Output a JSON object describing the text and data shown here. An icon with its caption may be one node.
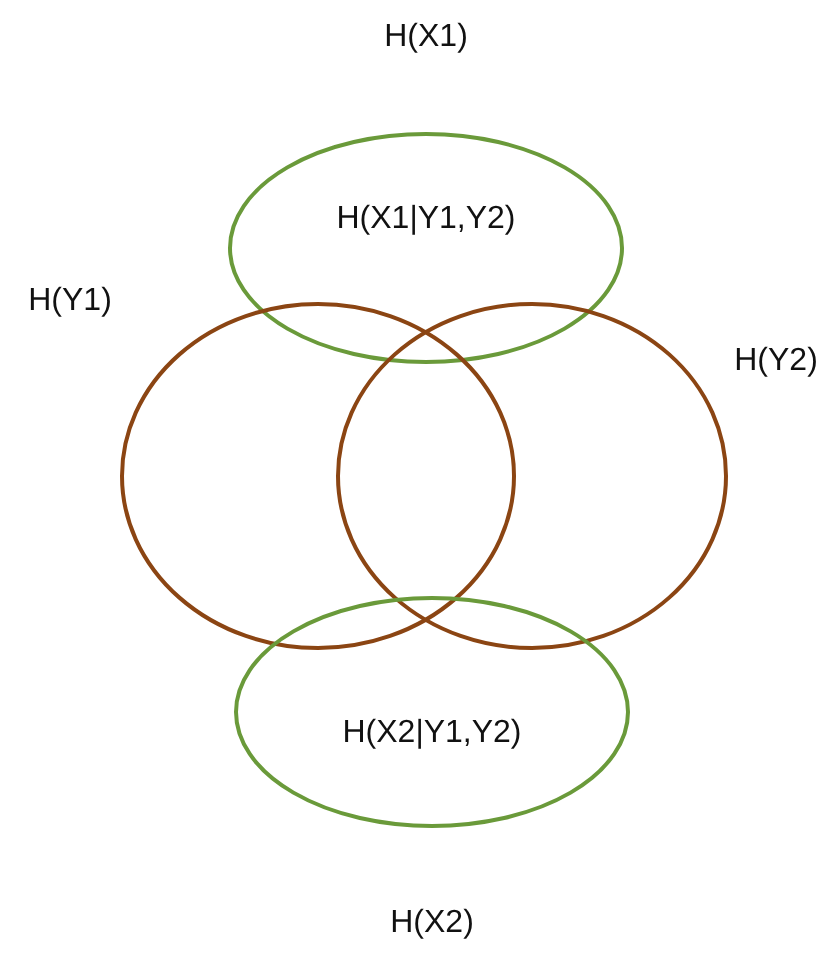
{
  "diagram": {
    "nodes": [
      {
        "text": [
          "H(X1)",
          "H(X1|Y1,Y2)"
        ]
      },
      {
        "text": [
          "H(Y1)"
        ]
      },
      {
        "text": [
          "H(Y2)"
        ]
      },
      {
        "text": [
          "H(X2|Y1,Y2)",
          "H(X2)"
        ]
      }
    ],
    "edges": []
  }
}
